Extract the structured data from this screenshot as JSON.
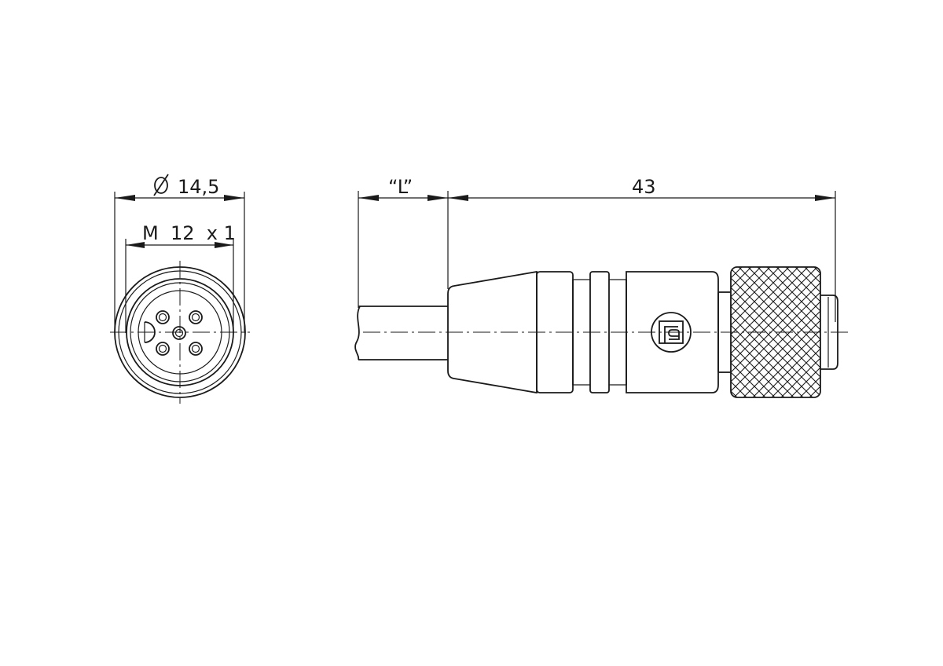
{
  "dimensions": {
    "outer_diameter": "14,5",
    "thread": "M  12  x 1",
    "cable_length": "“L”",
    "connector_length": "43"
  },
  "icons": {
    "diameter_symbol": "diameter-symbol-icon",
    "logo": "manufacturer-logo-icon"
  },
  "colors": {
    "line": "#1a1a1a",
    "background": "#ffffff"
  }
}
